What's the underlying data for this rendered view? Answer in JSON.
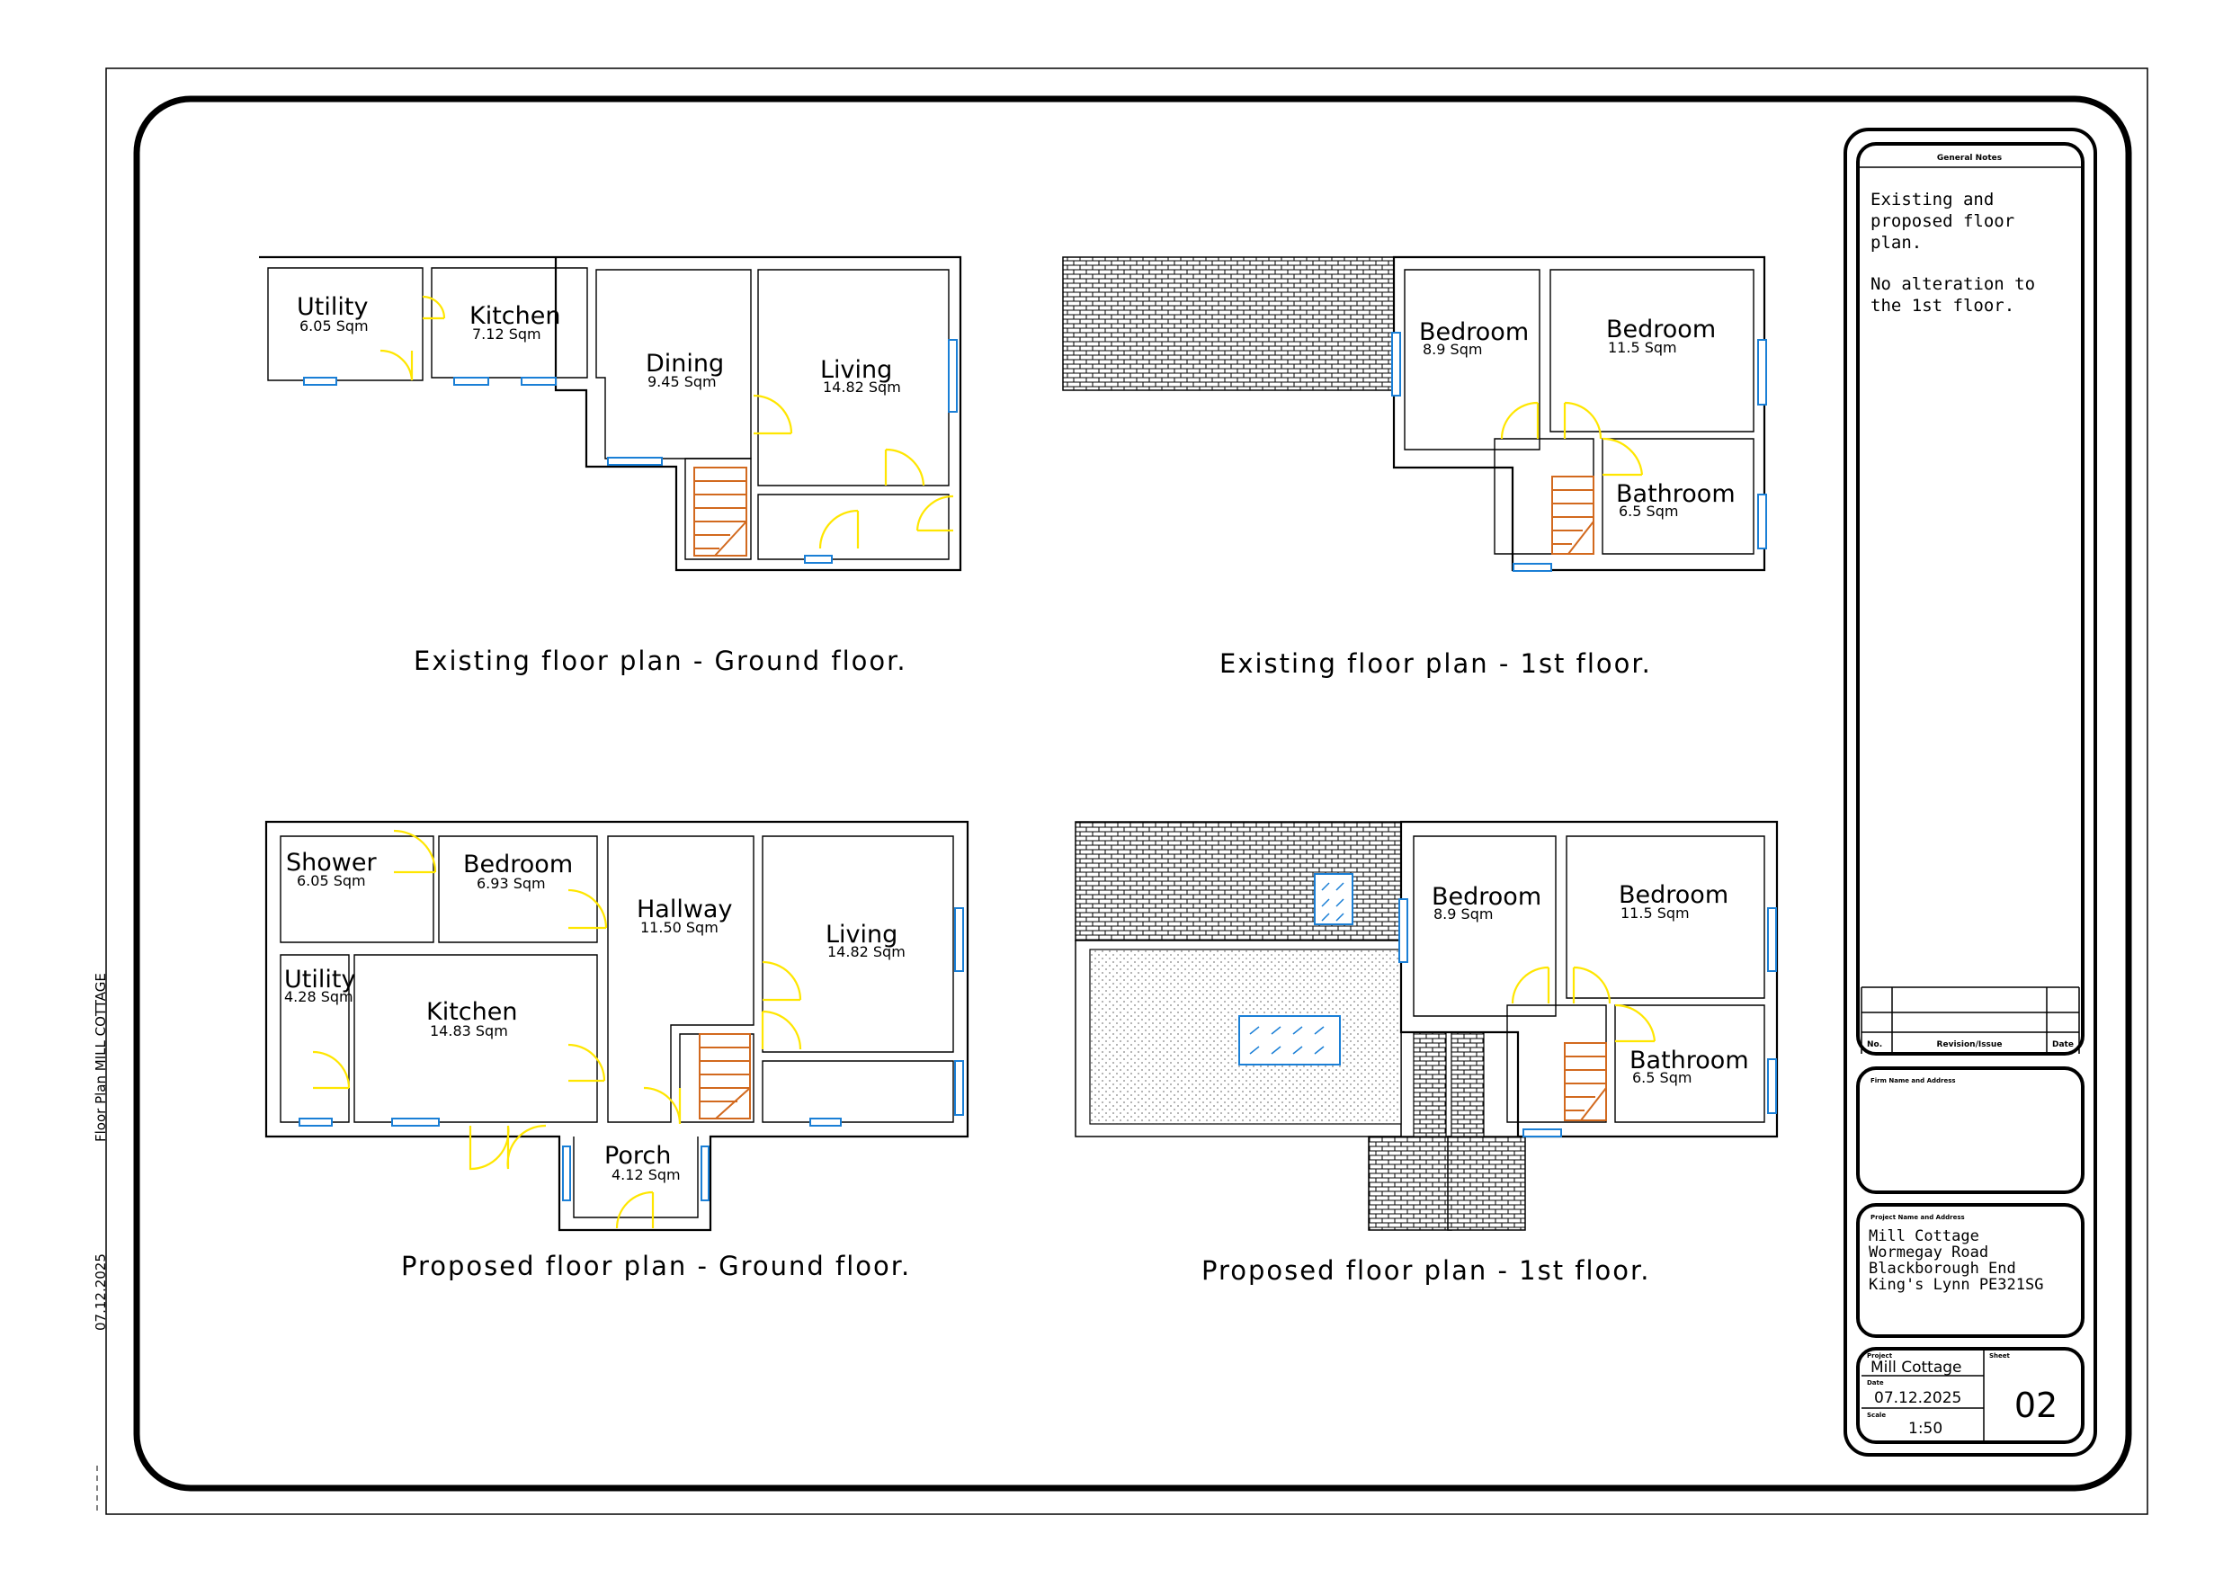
{
  "plans": {
    "existing_ground": {
      "caption": "Existing floor plan - Ground floor.",
      "rooms": [
        {
          "name": "Utility",
          "area": "6.05 Sqm"
        },
        {
          "name": "Kitchen",
          "area": "7.12 Sqm"
        },
        {
          "name": "Dining",
          "area": "9.45 Sqm"
        },
        {
          "name": "Living",
          "area": "14.82 Sqm"
        }
      ]
    },
    "existing_first": {
      "caption": "Existing floor plan - 1st floor.",
      "rooms": [
        {
          "name": "Bedroom",
          "area": "8.9 Sqm"
        },
        {
          "name": "Bedroom",
          "area": "11.5 Sqm"
        },
        {
          "name": "Bathroom",
          "area": "6.5 Sqm"
        }
      ]
    },
    "proposed_ground": {
      "caption": "Proposed floor plan - Ground floor.",
      "rooms": [
        {
          "name": "Shower",
          "area": "6.05 Sqm"
        },
        {
          "name": "Bedroom",
          "area": "6.93 Sqm"
        },
        {
          "name": "Hallway",
          "area": "11.50 Sqm"
        },
        {
          "name": "Living",
          "area": "14.82 Sqm"
        },
        {
          "name": "Utility",
          "area": "4.28 Sqm"
        },
        {
          "name": "Kitchen",
          "area": "14.83 Sqm"
        },
        {
          "name": "Porch",
          "area": "4.12 Sqm"
        }
      ]
    },
    "proposed_first": {
      "caption": "Proposed floor plan - 1st floor.",
      "rooms": [
        {
          "name": "Bedroom",
          "area": "8.9 Sqm"
        },
        {
          "name": "Bedroom",
          "area": "11.5 Sqm"
        },
        {
          "name": "Bathroom",
          "area": "6.5 Sqm"
        }
      ]
    }
  },
  "title_block": {
    "general_notes_heading": "General Notes",
    "notes_lines": [
      "Existing and",
      "proposed floor",
      "plan.",
      "",
      "No alteration to",
      "the 1st floor."
    ],
    "revision_headers": {
      "no": "No.",
      "revision": "Revision/Issue",
      "date": "Date"
    },
    "firm_heading": "Firm Name and Address",
    "project_heading": "Project Name and Address",
    "project_address": [
      "Mill Cottage",
      "Wormegay Road",
      "Blackborough End",
      "King's Lynn   PE321SG"
    ],
    "project_label": "Project",
    "project_name": "Mill Cottage",
    "sheet_label": "Sheet",
    "sheet_number": "02",
    "date_label": "Date",
    "date_value": "07.12.2025",
    "scale_label": "Scale",
    "scale_value": "1:50"
  },
  "side_margin": {
    "label": "Floor Plan MILL COTTAGE",
    "date": "07.12.2025"
  },
  "colors": {
    "walls": "#000000",
    "windows": "#1a7fd6",
    "doors": "#ffe600",
    "stairs": "#d2691e"
  }
}
